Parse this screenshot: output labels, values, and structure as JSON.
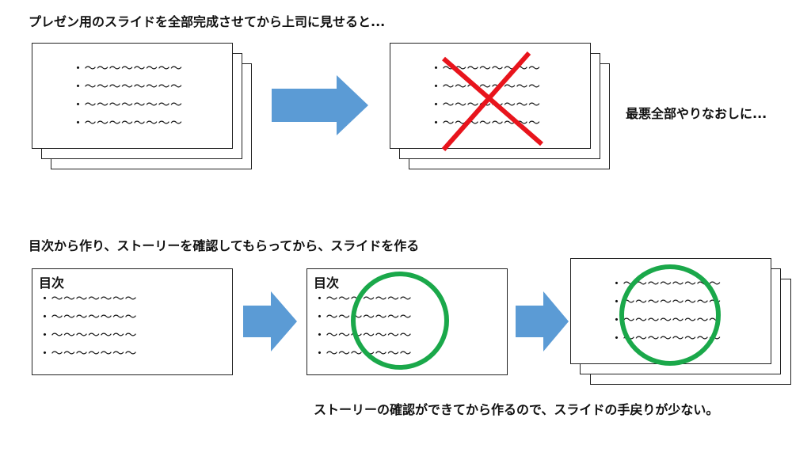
{
  "top": {
    "heading": "プレゼン用のスライドを全部完成させてから上司に見せると...",
    "result": "最悪全部やりなおしに...",
    "slide_a_bullets": [
      "・〜〜〜〜〜〜〜〜",
      "・〜〜〜〜〜〜〜〜",
      "・〜〜〜〜〜〜〜〜",
      "・〜〜〜〜〜〜〜〜"
    ],
    "slide_b_bullets": [
      "・〜〜〜〜〜〜〜〜",
      "・〜〜〜〜〜〜〜〜",
      "・〜〜〜〜〜〜〜〜",
      "・〜〜〜〜〜〜〜〜"
    ]
  },
  "bottom": {
    "heading": "目次から作り、ストーリーを確認してもらってから、スライドを作る",
    "result": "ストーリーの確認ができてから作るので、スライドの手戻りが少ない。",
    "toc_title_1": "目次",
    "toc_bullets_1": [
      "・〜〜〜〜〜〜〜",
      "・〜〜〜〜〜〜〜",
      "・〜〜〜〜〜〜〜",
      "・〜〜〜〜〜〜〜"
    ],
    "toc_title_2": "目次",
    "toc_bullets_2": [
      "・〜〜〜〜〜〜〜",
      "・〜〜〜〜〜〜〜",
      "・〜〜〜〜〜〜〜",
      "・〜〜〜〜〜〜〜"
    ],
    "slide_c_bullets": [
      "・〜〜〜〜〜〜〜〜",
      "・〜〜〜〜〜〜〜〜",
      "・〜〜〜〜〜〜〜〜",
      "・〜〜〜〜〜〜〜〜"
    ]
  },
  "colors": {
    "arrow": "#5b9bd5",
    "cross": "#e8141c",
    "circle": "#1aa84a",
    "border": "#222222"
  },
  "icons": {
    "arrow": "arrow-right-icon",
    "cross": "cross-mark-icon",
    "circle": "circle-mark-icon"
  }
}
